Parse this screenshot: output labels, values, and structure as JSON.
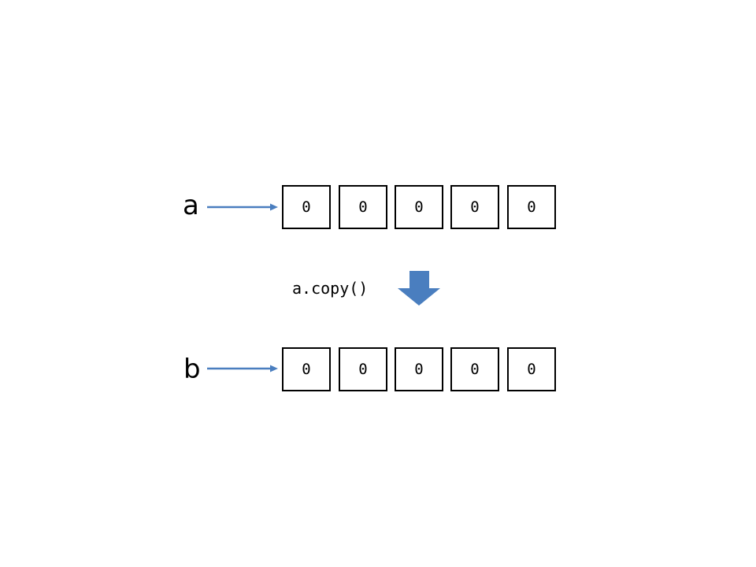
{
  "variables": {
    "a": {
      "label": "a",
      "cells": [
        "0",
        "0",
        "0",
        "0",
        "0"
      ]
    },
    "b": {
      "label": "b",
      "cells": [
        "0",
        "0",
        "0",
        "0",
        "0"
      ]
    }
  },
  "operation": {
    "label": "a.copy()"
  },
  "colors": {
    "accent": "#4a7ebf"
  },
  "icons": {
    "pointer": "right-arrow-icon",
    "transform": "down-arrow-icon"
  }
}
